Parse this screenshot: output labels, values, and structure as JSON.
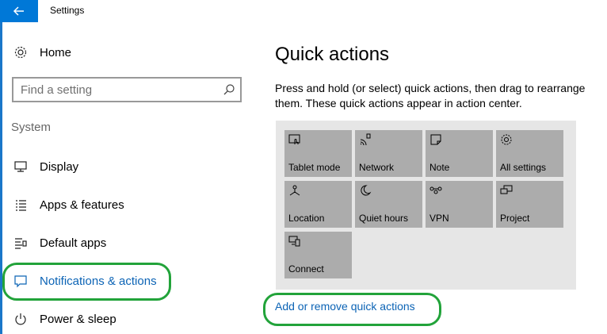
{
  "window": {
    "title": "Settings"
  },
  "sidebar": {
    "home_label": "Home",
    "search_placeholder": "Find a setting",
    "section_label": "System",
    "items": [
      {
        "label": "Display",
        "icon": "monitor-icon"
      },
      {
        "label": "Apps & features",
        "icon": "list-icon"
      },
      {
        "label": "Default apps",
        "icon": "default-apps-icon"
      },
      {
        "label": "Notifications & actions",
        "icon": "message-icon",
        "active": true
      },
      {
        "label": "Power & sleep",
        "icon": "power-icon"
      }
    ]
  },
  "main": {
    "title": "Quick actions",
    "description": "Press and hold (or select) quick actions, then drag to rearrange them. These quick actions appear in action center.",
    "tiles": [
      {
        "label": "Tablet mode",
        "icon": "tablet-mode-icon"
      },
      {
        "label": "Network",
        "icon": "network-icon"
      },
      {
        "label": "Note",
        "icon": "note-icon"
      },
      {
        "label": "All settings",
        "icon": "gear-icon"
      },
      {
        "label": "Location",
        "icon": "location-icon"
      },
      {
        "label": "Quiet hours",
        "icon": "moon-icon"
      },
      {
        "label": "VPN",
        "icon": "vpn-icon"
      },
      {
        "label": "Project",
        "icon": "project-icon"
      },
      {
        "label": "Connect",
        "icon": "connect-icon"
      }
    ],
    "add_remove_link": "Add or remove quick actions"
  },
  "colors": {
    "accent": "#0078d7",
    "link": "#0b63b5",
    "tile": "#acacac",
    "tile_area": "#e6e6e6",
    "highlight": "#22a33a"
  }
}
